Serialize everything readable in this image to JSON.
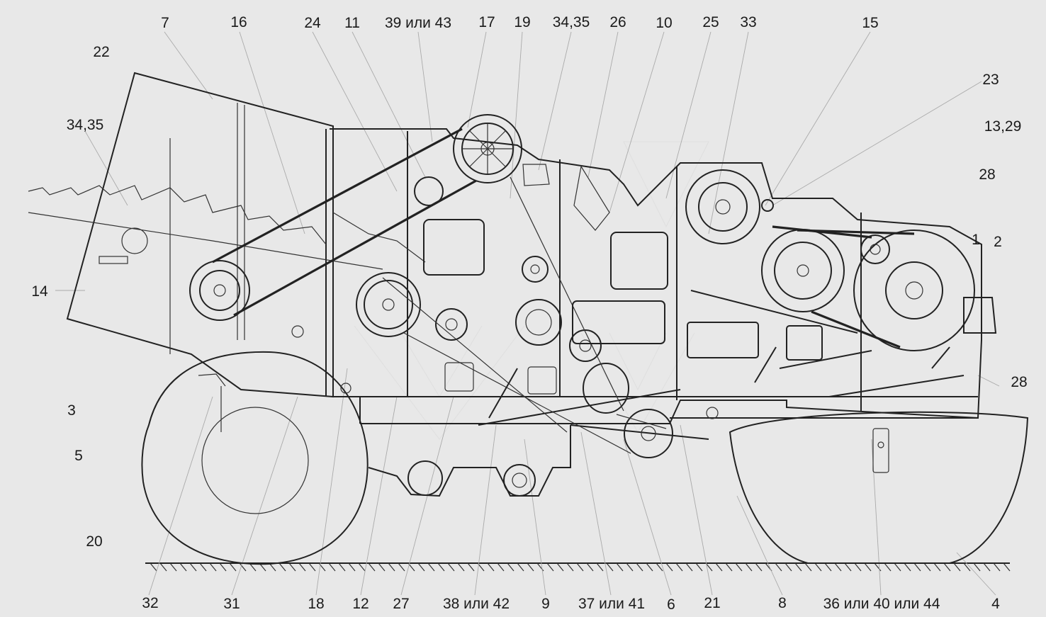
{
  "diagram": {
    "colors": {
      "background": "#e8e8e8",
      "ink": "#222222",
      "leader": "#aaaaaa"
    },
    "callouts": {
      "c_7": "7",
      "c_16": "16",
      "c_24": "24",
      "c_11": "11",
      "c_39_43": "39 или 43",
      "c_17": "17",
      "c_19": "19",
      "c_34_35_top": "34,35",
      "c_26": "26",
      "c_10": "10",
      "c_25": "25",
      "c_33": "33",
      "c_15": "15",
      "c_22": "22",
      "c_23": "23",
      "c_34_35_left": "34,35",
      "c_13_29": "13,29",
      "c_28_upper": "28",
      "c_1": "1",
      "c_2": "2",
      "c_14": "14",
      "c_28_lower": "28",
      "c_3": "3",
      "c_5": "5",
      "c_20": "20",
      "c_32": "32",
      "c_31": "31",
      "c_18": "18",
      "c_12": "12",
      "c_27": "27",
      "c_38_42": "38 или 42",
      "c_9": "9",
      "c_37_41": "37 или 41",
      "c_6": "6",
      "c_21": "21",
      "c_8": "8",
      "c_36_40_44": "36 или 40 или 44",
      "c_4": "4"
    }
  }
}
